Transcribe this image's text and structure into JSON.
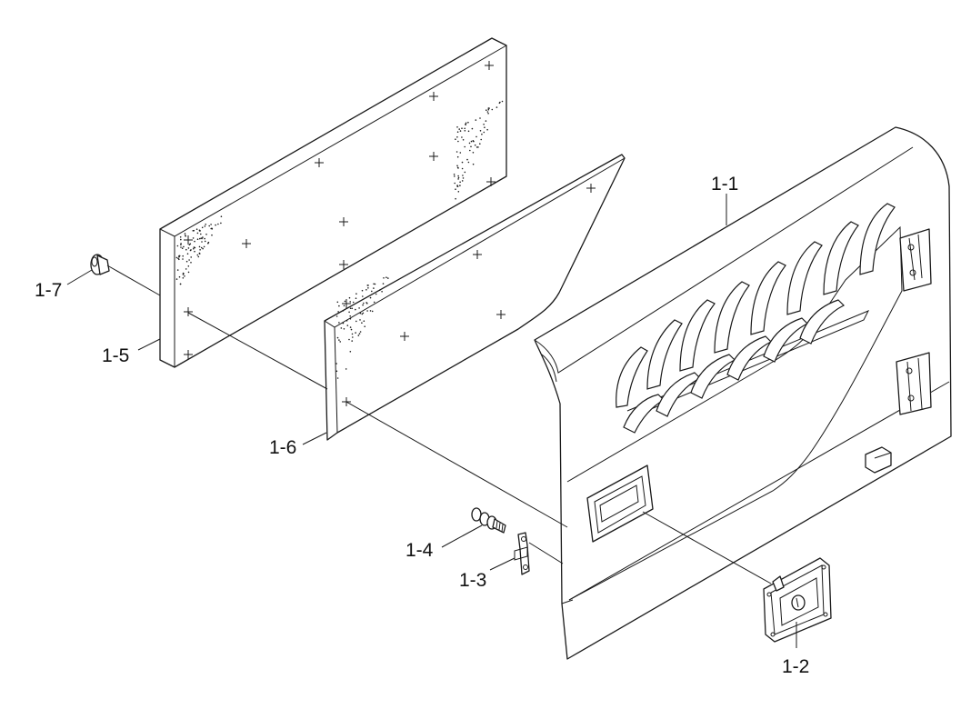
{
  "callouts": {
    "door_panel": "1-1",
    "latch_handle": "1-2",
    "latch_bracket": "1-3",
    "latch_bolt": "1-4",
    "insulation_panel": "1-5",
    "trim_panel": "1-6",
    "push_rivet": "1-7"
  },
  "style": {
    "line_color": "#1a1a1a",
    "background": "#ffffff"
  }
}
